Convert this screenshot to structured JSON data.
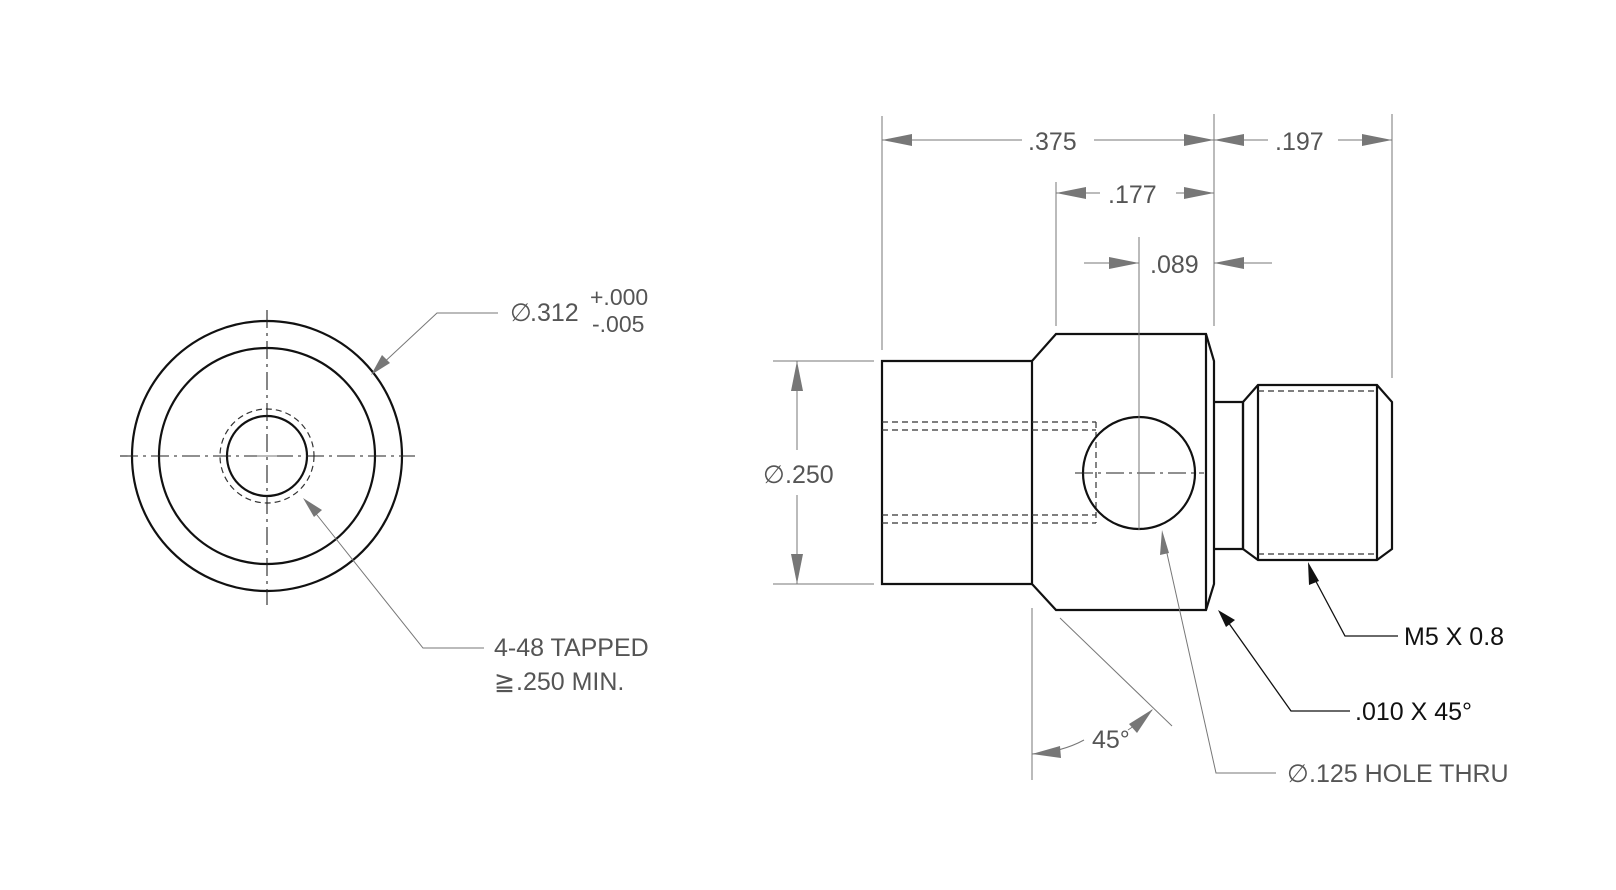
{
  "dimensions": {
    "overall_body_length": ".375",
    "hole_position": ".177",
    "hole_offset": ".089",
    "thread_length": ".197",
    "pilot_diameter_symbol": "∅",
    "pilot_diameter": ".250",
    "chamfer_angle": "45°"
  },
  "end_view": {
    "outer_diameter_symbol": "∅",
    "outer_diameter": ".312",
    "tol_upper": "+.000",
    "tol_lower": "-.005",
    "tap_note_line1": "4-48 TAPPED",
    "depth_symbol": "≧",
    "tap_note_line2": ".250 MIN."
  },
  "callouts": {
    "thread_spec": "M5 X 0.8",
    "edge_chamfer": ".010 X 45°",
    "cross_hole_symbol": "∅",
    "cross_hole": ".125 HOLE THRU"
  },
  "colors": {
    "object_line": "#111111",
    "dimension_line": "#777777",
    "dimension_text": "#555555",
    "background": "#ffffff"
  }
}
